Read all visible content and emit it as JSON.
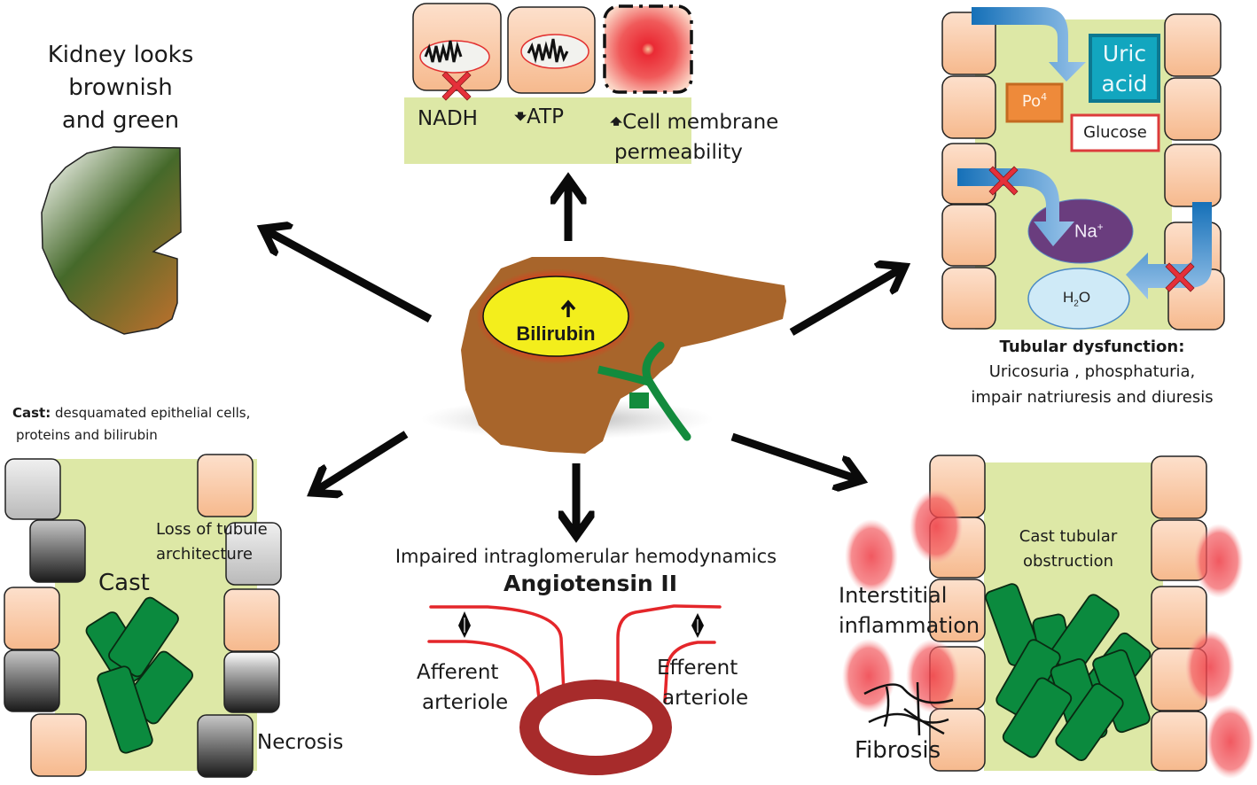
{
  "kidney": {
    "caption_lines": [
      "Kidney looks",
      "brownish",
      "and green"
    ]
  },
  "mitochondria_panel": {
    "labels": {
      "nadh": "NADH",
      "atp": "ATP",
      "atp_arrow": "down",
      "membrane_line1": "Cell membrane",
      "membrane_line2": "permeability",
      "membrane_arrow": "up"
    }
  },
  "liver": {
    "bilirubin_label": "Bilirubin",
    "bilirubin_arrow": "up"
  },
  "tubular": {
    "uric_acid_line1": "Uric",
    "uric_acid_line2": "acid",
    "po4_base": "Po",
    "po4_sup": "4",
    "glucose": "Glucose",
    "na_base": "Na",
    "na_sup": "+",
    "h2o_h": "H",
    "h2o_sub": "2",
    "h2o_o": "O",
    "title": "Tubular dysfunction:",
    "desc_line1": "Uricosuria , phosphaturia,",
    "desc_line2": "impair natriuresis  and diuresis"
  },
  "cast_panel": {
    "caption_bold": "Cast:",
    "caption_rest_line1": " desquamated epithelial cells,",
    "caption_line2": "proteins and bilirubin",
    "loss_line1": "Loss of tubule",
    "loss_line2": "architecture",
    "cast_label": "Cast",
    "necrosis_label": "Necrosis"
  },
  "hemodynamics": {
    "title": "Impaired intraglomerular hemodynamics",
    "subtitle": "Angiotensin II",
    "afferent_line1": "Afferent",
    "afferent_line2": "arteriole",
    "efferent_line1": "Efferent",
    "efferent_line2": "arteriole"
  },
  "obstruction_panel": {
    "cast_line1": "Cast tubular",
    "cast_line2": "obstruction",
    "interstitial_line1": "Interstitial",
    "interstitial_line2": "inflammation",
    "fibrosis_label": "Fibrosis"
  },
  "colors": {
    "cell_peach": "#f9c9a6",
    "lumen_green": "#dde8a6",
    "cast_green": "#0b8a3e",
    "liver_brown": "#a8652b",
    "bilirubin_yellow": "#f3ee1c",
    "uric_teal": "#12a6bf",
    "po4_orange": "#ee8a3a",
    "glucose_border": "#dc3b3b",
    "na_purple": "#6a3d7e",
    "h2o_blue": "#cfeaf7",
    "vessel_red": "#e4262a",
    "glomerulus_red": "#a72b2b",
    "cross_red": "#e5303a",
    "arrow_black": "#0a0a0a"
  }
}
